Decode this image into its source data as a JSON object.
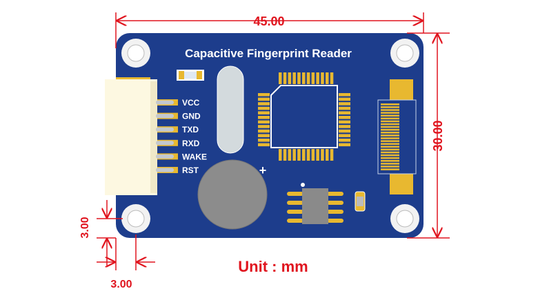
{
  "board": {
    "title": "Capacitive Fingerprint Reader",
    "pins": [
      "VCC",
      "GND",
      "TXD",
      "RXD",
      "WAKE",
      "RST"
    ],
    "battery_polarity": "+"
  },
  "dimensions": {
    "width": "45.00",
    "height": "30.00",
    "hole_offset_y": "3.00",
    "hole_offset_x": "3.00",
    "unit_label": "Unit : mm"
  },
  "colors": {
    "board": "#1d3d8c",
    "dimension": "#e0141e",
    "gold": "#e8b830"
  }
}
